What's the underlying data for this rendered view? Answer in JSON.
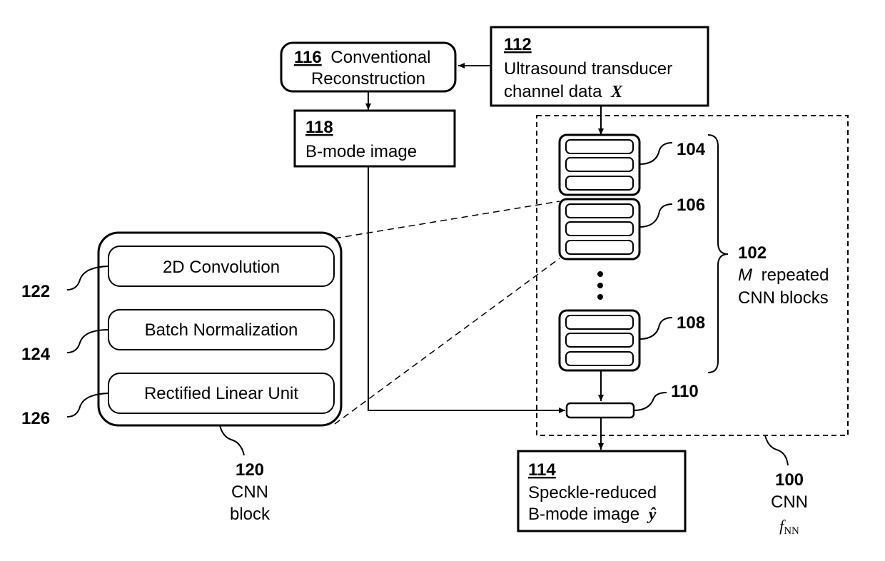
{
  "boxes": {
    "recon": {
      "num": "116",
      "line1": "Conventional",
      "line2": "Reconstruction"
    },
    "transducer": {
      "num": "112",
      "line1": "Ultrasound transducer",
      "line2": "channel data",
      "var": "X"
    },
    "bmode": {
      "num": "118",
      "line1": "B-mode image"
    },
    "output": {
      "num": "114",
      "line1": "Speckle-reduced",
      "line2": "B-mode image",
      "var": "ŷ"
    }
  },
  "cnn_block_detail": {
    "layers": [
      {
        "num": "122",
        "label": "2D Convolution"
      },
      {
        "num": "124",
        "label": "Batch Normalization"
      },
      {
        "num": "126",
        "label": "Rectified Linear Unit"
      }
    ],
    "caption": {
      "num": "120",
      "line1": "CNN",
      "line2": "block"
    }
  },
  "stack_labels": {
    "first": "104",
    "second": "106",
    "last": "108",
    "merge": "110"
  },
  "repeated": {
    "num": "102",
    "var": "M",
    "line1": "repeated",
    "line2": "CNN blocks"
  },
  "network": {
    "num": "100",
    "line1": "CNN",
    "fn_main": "f",
    "fn_sub": "NN"
  }
}
